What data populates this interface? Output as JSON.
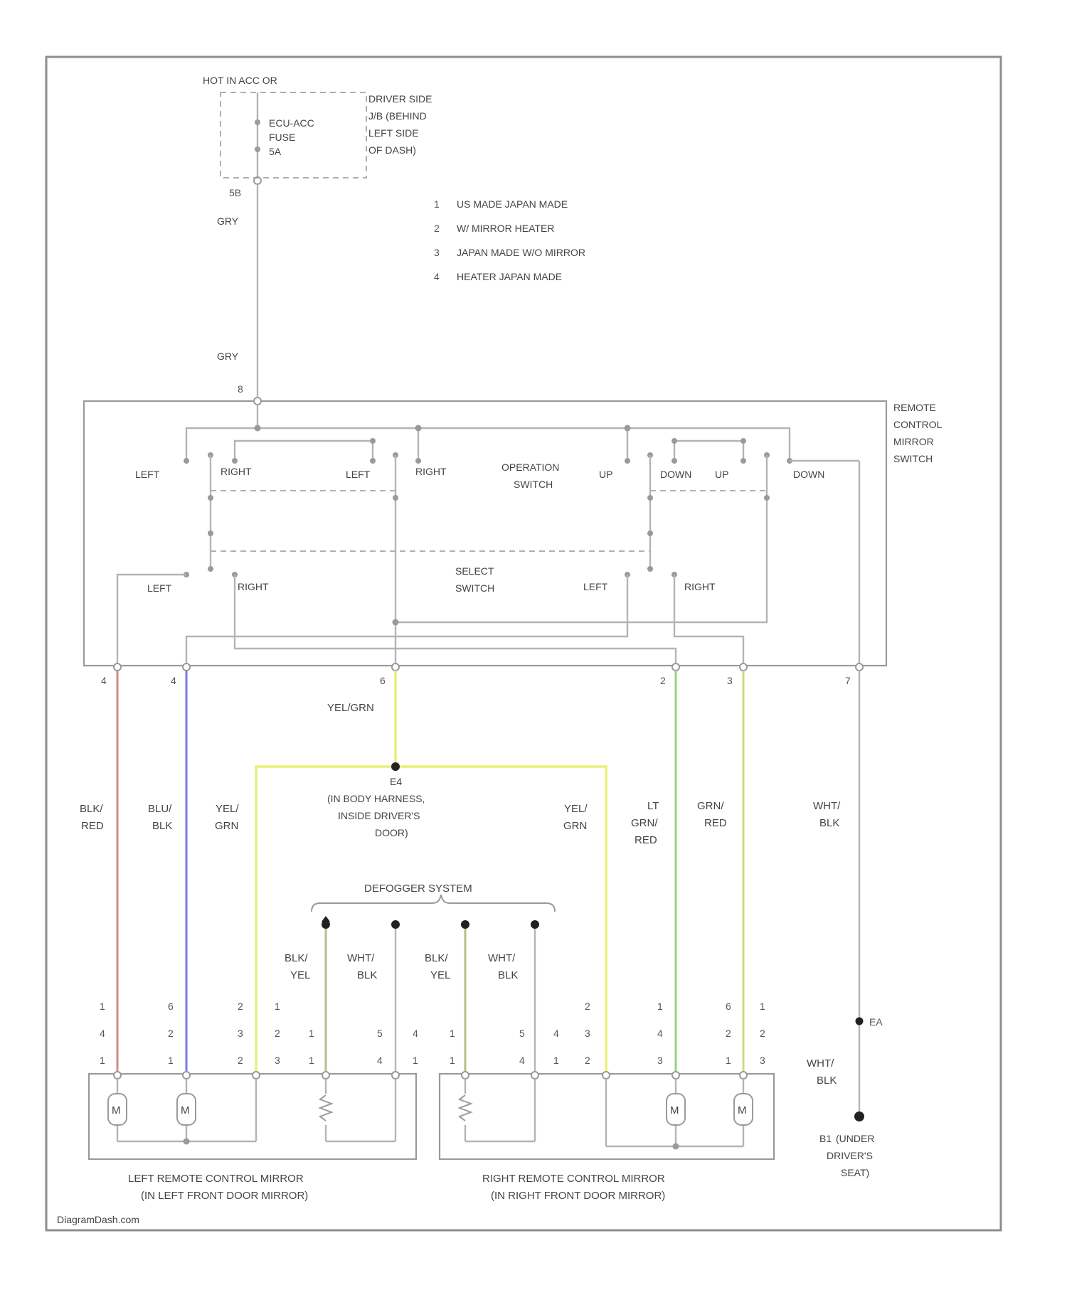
{
  "header": {
    "power": "HOT IN ACC OR",
    "fuse": [
      "ECU-ACC",
      "FUSE",
      "5A"
    ],
    "fuse_location": [
      "DRIVER SIDE",
      "J/B (BEHIND",
      "LEFT SIDE",
      "OF DASH)"
    ],
    "junction_pin": "5B"
  },
  "notes": [
    {
      "num": "1",
      "text": "US MADE JAPAN MADE"
    },
    {
      "num": "2",
      "text": "W/ MIRROR HEATER"
    },
    {
      "num": "3",
      "text": "JAPAN MADE W/O MIRROR"
    },
    {
      "num": "4",
      "text": "HEATER JAPAN MADE"
    }
  ],
  "wires": {
    "gry_top": "GRY",
    "gry_mid": "GRY",
    "switch_input_pin": "8",
    "yel_grn_center": "YEL/GRN",
    "col1": [
      "BLK/",
      "RED"
    ],
    "col2": [
      "BLU/",
      "BLK"
    ],
    "col3": [
      "YEL/",
      "GRN"
    ],
    "col4": [
      "YEL/",
      "GRN"
    ],
    "col5": [
      "LT",
      "GRN/",
      "RED"
    ],
    "col6": [
      "GRN/",
      "RED"
    ],
    "col7": [
      "WHT/",
      "BLK"
    ],
    "ground_wire": [
      "WHT/",
      "BLK"
    ],
    "defogger_1": [
      "BLK/",
      "YEL"
    ],
    "defogger_2": [
      "WHT/",
      "BLK"
    ],
    "defogger_3": [
      "BLK/",
      "YEL"
    ],
    "defogger_4": [
      "WHT/",
      "BLK"
    ]
  },
  "switch_pins": [
    "4",
    "4",
    "6",
    "2",
    "3",
    "7"
  ],
  "splice": {
    "id": "E4",
    "desc": [
      "(IN BODY HARNESS,",
      "INSIDE DRIVER'S",
      "DOOR)"
    ]
  },
  "remote_switch": {
    "title": [
      "REMOTE",
      "CONTROL",
      "MIRROR",
      "SWITCH"
    ],
    "op_labels": [
      "LEFT",
      "RIGHT",
      "LEFT",
      "RIGHT",
      "UP",
      "DOWN",
      "UP",
      "DOWN"
    ],
    "operation": [
      "OPERATION",
      "SWITCH"
    ],
    "select": [
      "SELECT",
      "SWITCH"
    ],
    "select_labels": [
      "LEFT",
      "RIGHT",
      "LEFT",
      "RIGHT"
    ]
  },
  "defogger": {
    "title": "DEFOGGER SYSTEM"
  },
  "left_pins": [
    [
      "1",
      "6",
      "2",
      "1"
    ],
    [
      "4",
      "2",
      "3",
      "2",
      "1",
      "5",
      "4"
    ],
    [
      "1",
      "1",
      "2",
      "3",
      "1",
      "4",
      "1"
    ]
  ],
  "right_pins": [
    [
      "2",
      "1",
      "6",
      "1"
    ],
    [
      "1",
      "5",
      "4",
      "3",
      "4",
      "2",
      "2"
    ],
    [
      "1",
      "4",
      "1",
      "2",
      "3",
      "1",
      "3"
    ]
  ],
  "motor_label": "M",
  "left_mirror": [
    "LEFT REMOTE CONTROL MIRROR",
    "(IN LEFT FRONT DOOR MIRROR)"
  ],
  "right_mirror": [
    "RIGHT REMOTE CONTROL MIRROR",
    "(IN RIGHT FRONT DOOR MIRROR)"
  ],
  "ground": {
    "splice": "EA",
    "id": "B1",
    "desc": [
      "(UNDER",
      "DRIVER'S",
      "SEAT)"
    ]
  },
  "watermark": "DiagramDash.com",
  "colors": {
    "blk_red": "#d48a8a",
    "blu_blk": "#7b7be6",
    "yel_grn": "#e8f07a",
    "lt_grn_red": "#8fd67e",
    "grn_red": "#c9dc82",
    "blk_yel": "#b9bd84",
    "gray": "#b4b4b4"
  }
}
